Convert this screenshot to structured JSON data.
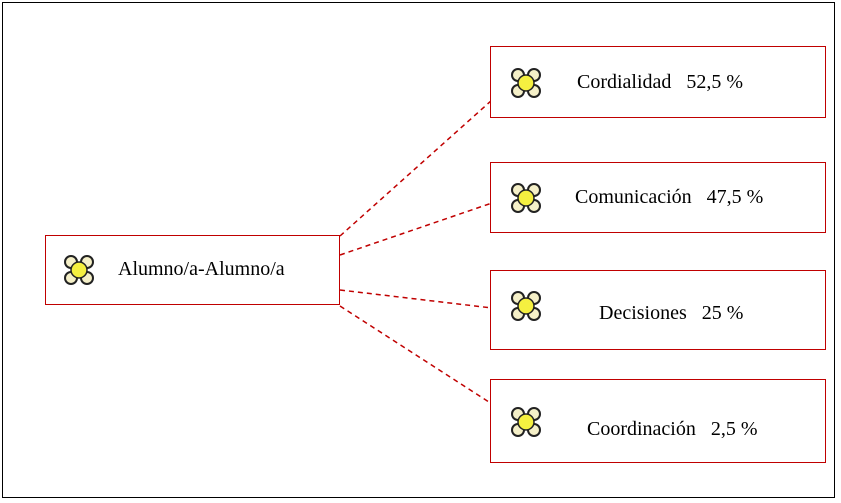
{
  "colors": {
    "border": "#c00000",
    "link": "#c00000",
    "icon_center": "#f5f040",
    "icon_outline": "#222222"
  },
  "root": {
    "label": "Alumno/a-Alumno/a",
    "icon": "flower-icon"
  },
  "children": [
    {
      "label": "Cordialidad   52,5 %",
      "icon": "flower-icon"
    },
    {
      "label": "Comunicación   47,5 %",
      "icon": "flower-icon"
    },
    {
      "label": "Decisiones   25 %",
      "icon": "flower-icon"
    },
    {
      "label": "Coordinación   2,5 %",
      "icon": "flower-icon"
    }
  ]
}
